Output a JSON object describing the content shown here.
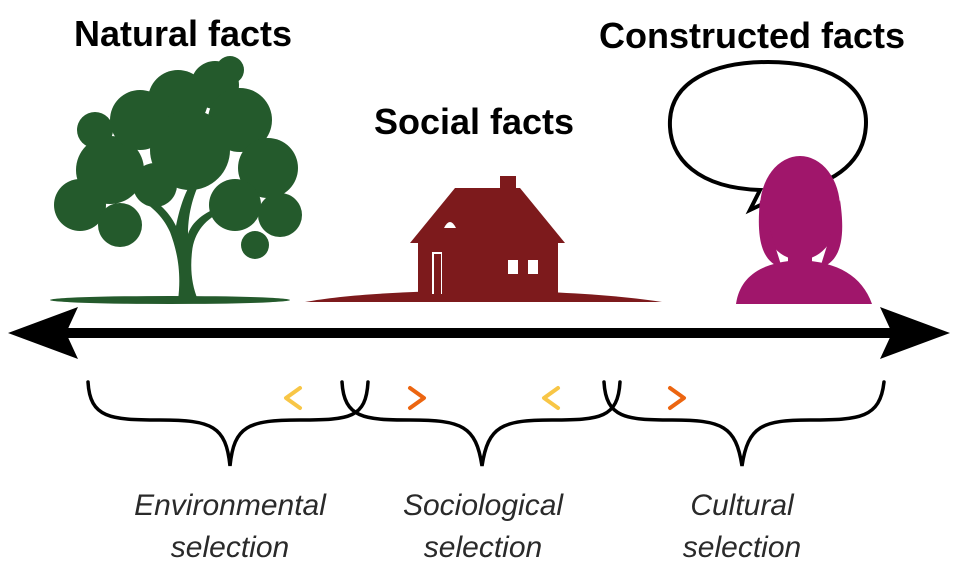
{
  "headings": {
    "natural": "Natural facts",
    "social": "Social facts",
    "constructed": "Constructed facts"
  },
  "selections": [
    {
      "line1": "Environmental",
      "line2": "selection"
    },
    {
      "line1": "Sociological",
      "line2": "selection"
    },
    {
      "line1": "Cultural",
      "line2": "selection"
    }
  ],
  "icons": {
    "tree": "tree-icon",
    "house": "house-icon",
    "person": "person-silhouette-icon",
    "speech": "speech-bubble-icon"
  },
  "colors": {
    "tree": "#245a2c",
    "house": "#7d1a1c",
    "person": "#a0166b",
    "axis": "#000000",
    "arrow_light": "#f7c040",
    "arrow_dark": "#ee6a12"
  }
}
